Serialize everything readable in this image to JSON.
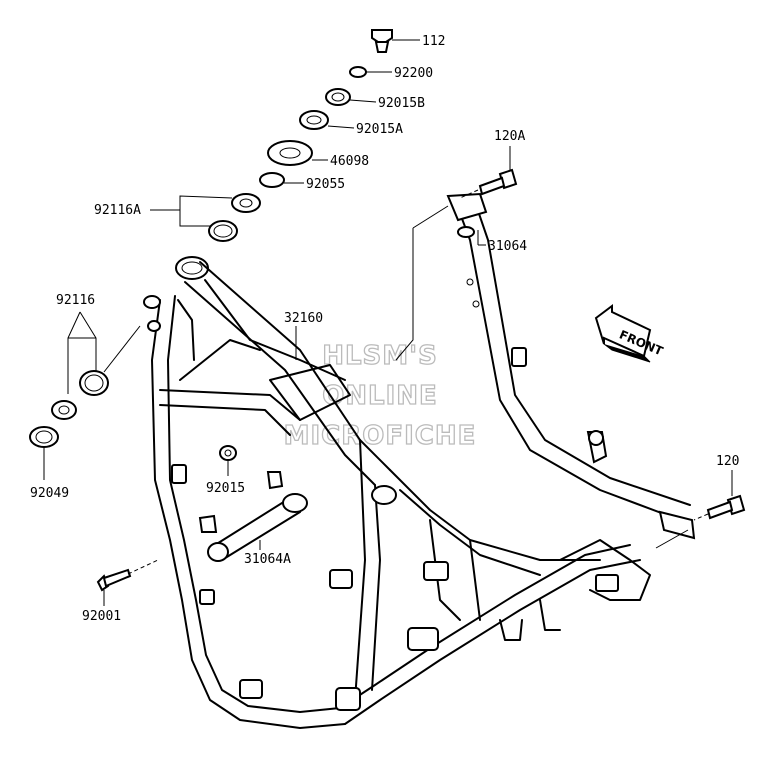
{
  "parts": {
    "p112": "112",
    "p92200": "92200",
    "p92015B": "92015B",
    "p92015A": "92015A",
    "p46098": "46098",
    "p92055": "92055",
    "p92116A": "92116A",
    "p120A": "120A",
    "p31064": "31064",
    "p92116": "92116",
    "p32160": "32160",
    "p92049": "92049",
    "p92015": "92015",
    "p31064A": "31064A",
    "p120": "120",
    "p92001": "92001"
  },
  "watermark": {
    "line1": "HLSM'S",
    "line2": "ONLINE",
    "line3": "MICROFICHE"
  },
  "front_badge": "FRONT"
}
